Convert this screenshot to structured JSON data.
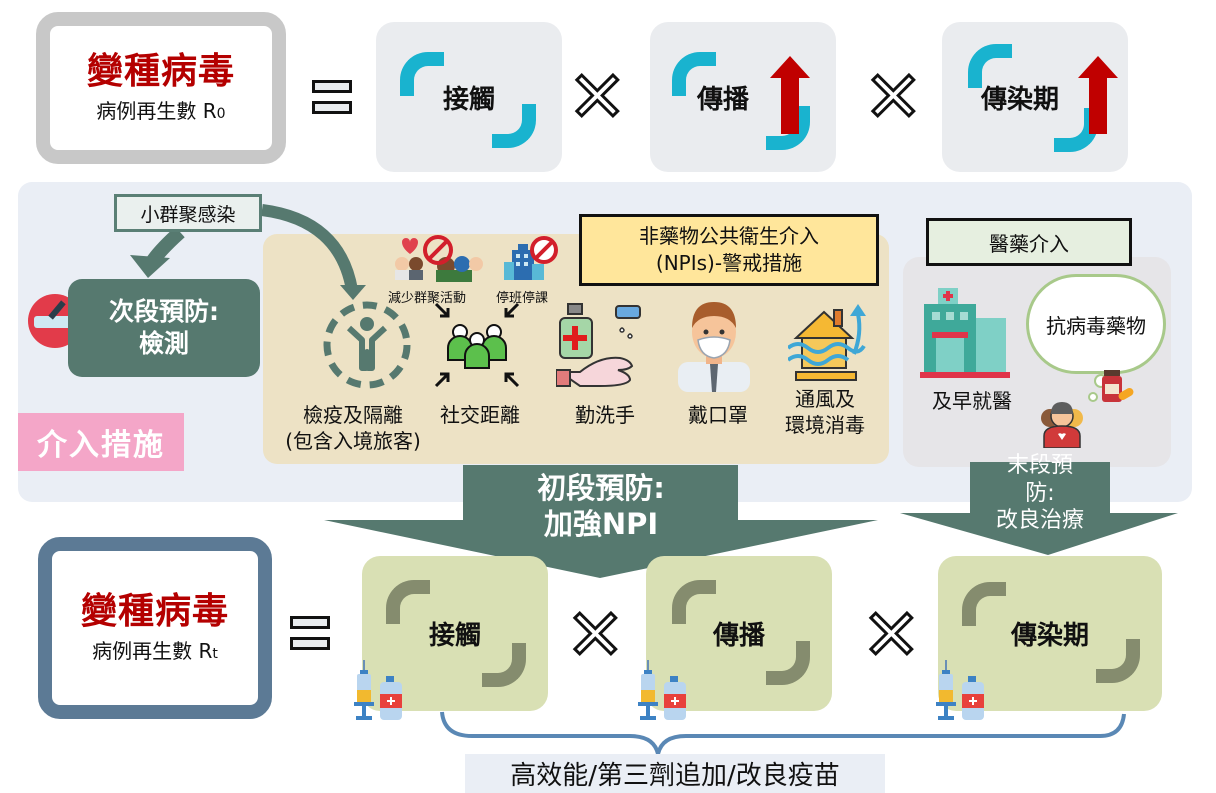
{
  "top_equation": {
    "title": "變種病毒",
    "subtitle": "病例再生數 R",
    "subscript": "0",
    "factors": [
      {
        "label": "接觸",
        "trend": "none"
      },
      {
        "label": "傳播",
        "trend": "up"
      },
      {
        "label": "傳染期",
        "trend": "up"
      }
    ]
  },
  "interventions": {
    "panel_tag": "介入措施",
    "cluster_infection": "小群聚感染",
    "secondary_prevention": {
      "line1": "次段預防:",
      "line2": "檢測"
    },
    "npi": {
      "title_line1": "非藥物公共衛生介入",
      "title_line2": "(NPIs)-警戒措施",
      "reduce_gatherings": "減少群聚活動",
      "suspend_work_school": "停班停課",
      "items": [
        {
          "line1": "檢疫及隔離",
          "line2": "(包含入境旅客)"
        },
        {
          "line1": "社交距離",
          "line2": ""
        },
        {
          "line1": "勤洗手",
          "line2": ""
        },
        {
          "line1": "戴口罩",
          "line2": ""
        },
        {
          "line1": "通風及",
          "line2": "環境消毒"
        }
      ]
    },
    "medical": {
      "title": "醫藥介入",
      "early_care": "及早就醫",
      "antiviral": "抗病毒藥物"
    },
    "primary_prevention": {
      "line1": "初段預防:",
      "line2": "加強NPI"
    },
    "tertiary_prevention": {
      "line1": "末段預",
      "line2": "防:",
      "line3": "改良治療"
    }
  },
  "bottom_equation": {
    "title": "變種病毒",
    "subtitle": "病例再生數 R",
    "subscript": "t",
    "factors": [
      {
        "label": "接觸"
      },
      {
        "label": "傳播"
      },
      {
        "label": "傳染期"
      }
    ],
    "vaccine_caption": "高效能/第三劑追加/改良疫苗"
  },
  "colors": {
    "variant_red": "#b40000",
    "teal_bracket": "#19b3cf",
    "prevention_green": "#56796f",
    "up_arrow_red": "#c00000",
    "npi_yellow": "#ffe69b",
    "measures_pink": "#f4a6c8"
  }
}
